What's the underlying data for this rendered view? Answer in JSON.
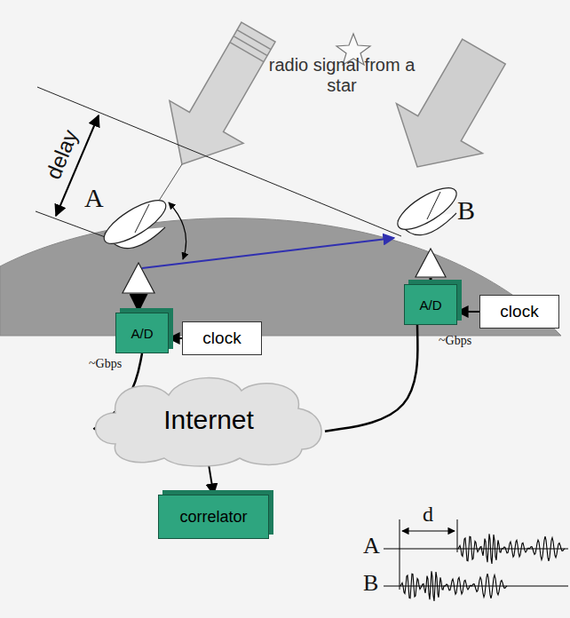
{
  "diagram": {
    "nodes": [
      {
        "text": [
          "A/D"
        ]
      },
      {
        "text": [
          "clock"
        ]
      },
      {
        "text": [
          "A/D"
        ]
      },
      {
        "text": [
          "clock"
        ]
      },
      {
        "text": [
          "Internet"
        ]
      },
      {
        "text": [
          "correlator"
        ]
      }
    ],
    "edges": [
      {
        "from": 1,
        "to": 0,
        "arrow": "to"
      },
      {
        "from": 3,
        "to": 2,
        "arrow": "to"
      },
      {
        "from": 0,
        "to": 4,
        "arrow": "none"
      },
      {
        "from": 2,
        "to": 4,
        "arrow": "none"
      },
      {
        "from": 4,
        "to": 5,
        "arrow": "to"
      }
    ],
    "labels": [
      "radio signal from a star",
      "delay",
      "A",
      "B",
      "~Gbps",
      "~Gbps",
      "A",
      "d",
      "B"
    ]
  }
}
